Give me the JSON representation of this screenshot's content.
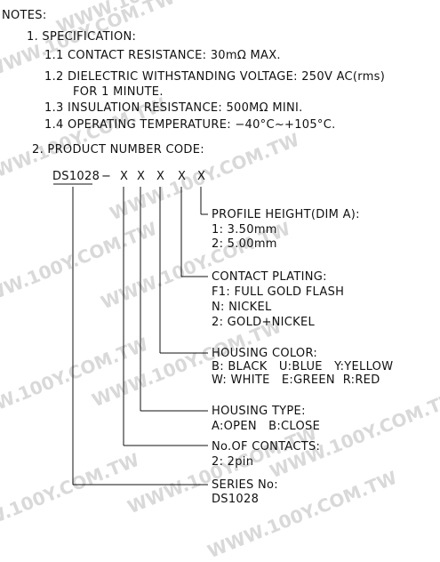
{
  "watermark": "WWW.100Y.COM.TW",
  "notes_title": "NOTES:",
  "spec": {
    "heading": "1. SPECIFICATION:",
    "items": [
      "1.1 CONTACT RESISTANCE: 30mΩ MAX.",
      "1.2 DIELECTRIC WITHSTANDING VOLTAGE: 250V AC(rms)",
      "FOR 1 MINUTE.",
      "1.3 INSULATION RESISTANCE: 500MΩ MINI.",
      "1.4 OPERATING TEMPERATURE: −40°C~+105°C."
    ]
  },
  "code": {
    "heading": "2. PRODUCT NUMBER CODE:",
    "base": "DS1028",
    "dash": "−",
    "placeholders": [
      "X",
      "X",
      "X",
      "X",
      "X"
    ],
    "fields": [
      {
        "title": "PROFILE HEIGHT(DIM A):",
        "lines": [
          "1: 3.50mm",
          "2: 5.00mm"
        ]
      },
      {
        "title": "CONTACT PLATING:",
        "lines": [
          "F1: FULL GOLD FLASH",
          "N: NICKEL",
          "2: GOLD+NICKEL"
        ]
      },
      {
        "title": "HOUSING COLOR:",
        "lines": [
          "B: BLACK   U:BLUE   Y:YELLOW",
          "W: WHITE   E:GREEN  R:RED"
        ]
      },
      {
        "title": "HOUSING TYPE:",
        "lines": [
          "A:OPEN   B:CLOSE"
        ]
      },
      {
        "title": "No.OF CONTACTS:",
        "lines": [
          "2: 2pin"
        ]
      },
      {
        "title": "SERIES No:",
        "lines": [
          "DS1028"
        ]
      }
    ]
  }
}
